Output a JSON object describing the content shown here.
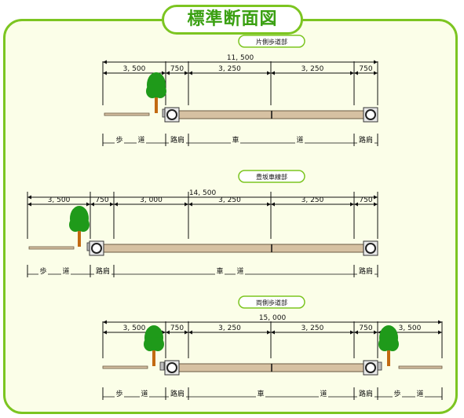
{
  "title": "標準断面図",
  "colors": {
    "frame_border": "#7cc521",
    "frame_fill": "#fbfee8",
    "title_text": "#3aa012",
    "tag_border": "#7cc521",
    "road": "#d6c1a2",
    "road_outline": "#6b5a44",
    "tree_green": "#1f9a1a",
    "tree_trunk": "#c26a12"
  },
  "icons": [
    "tree-icon",
    "drain-culvert-icon",
    "curb-icon"
  ],
  "sections": [
    {
      "name": "片側歩道部",
      "total": "11, 500",
      "dims": [
        "3, 500",
        "750",
        "3, 250",
        "3, 250",
        "750"
      ],
      "zones": [
        "歩",
        "道",
        "路肩",
        "車",
        "道",
        "路肩"
      ]
    },
    {
      "name": "豊坂車線部",
      "total": "14, 500",
      "dims": [
        "3, 500",
        "750",
        "3, 000",
        "3, 250",
        "3, 250",
        "750"
      ],
      "zones": [
        "歩",
        "道",
        "路肩",
        "車",
        "道",
        "路肩"
      ]
    },
    {
      "name": "両側歩道部",
      "total": "15, 000",
      "dims": [
        "3, 500",
        "750",
        "3, 250",
        "3, 250",
        "750",
        "3, 500"
      ],
      "zones": [
        "歩",
        "道",
        "路肩",
        "車",
        "道",
        "路肩",
        "歩",
        "道"
      ]
    }
  ]
}
